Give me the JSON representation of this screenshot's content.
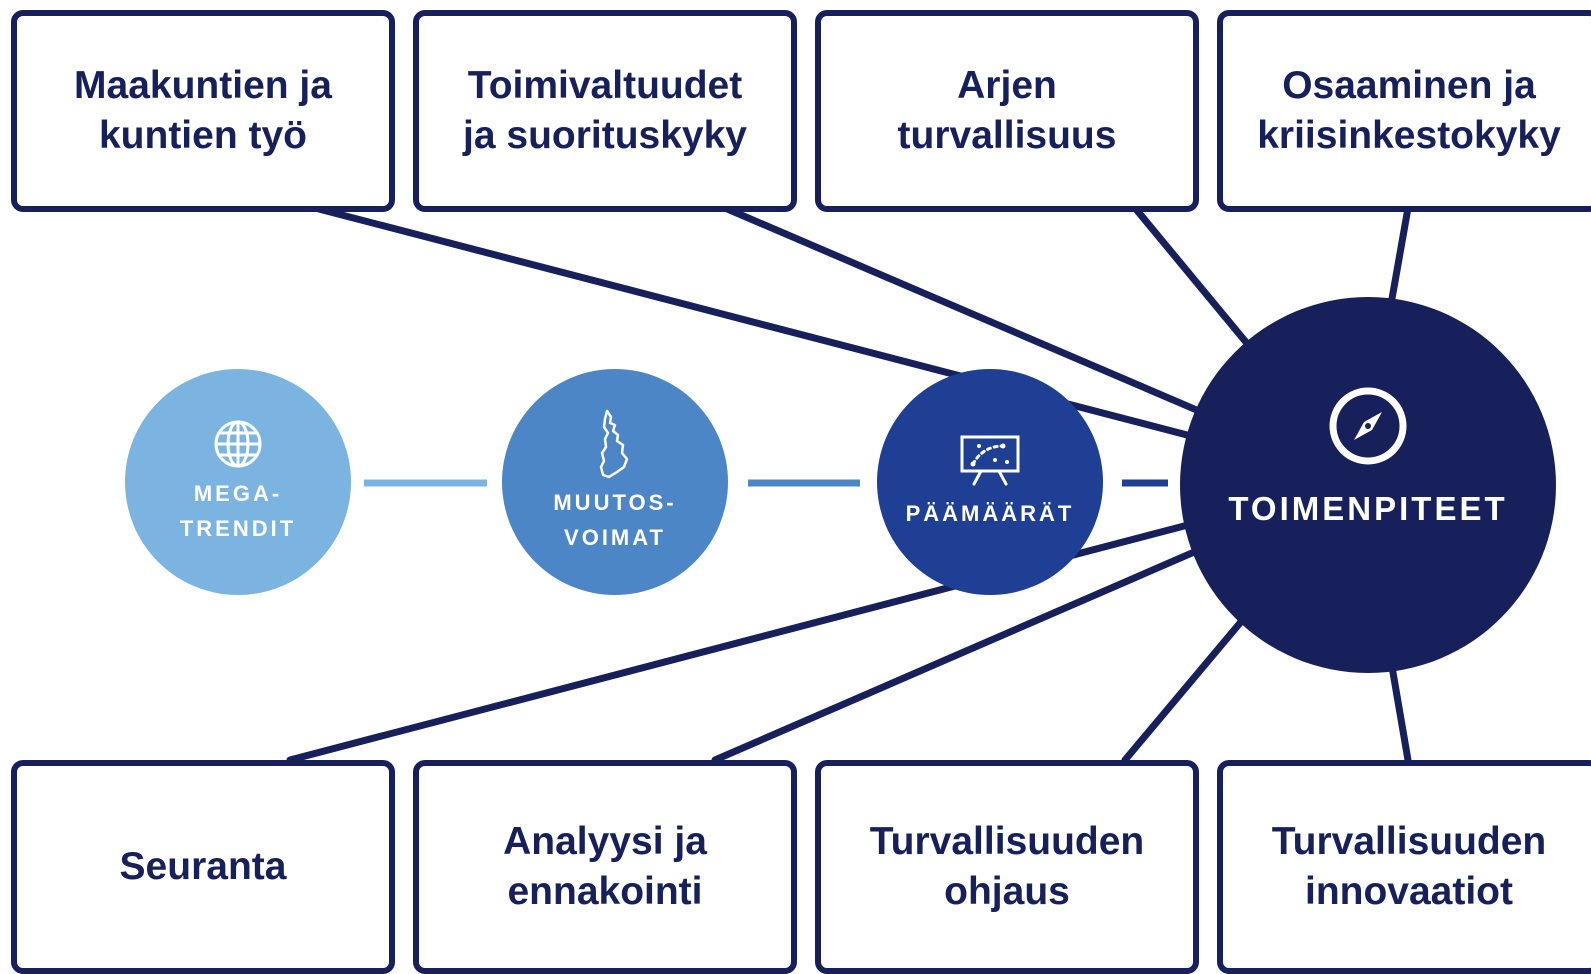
{
  "top_boxes": [
    {
      "label": "Maakuntien ja\nkuntien työ"
    },
    {
      "label": "Toimivaltuudet\nja suorituskyky"
    },
    {
      "label": "Arjen\nturvallisuus"
    },
    {
      "label": "Osaaminen ja\nkriisinkestokyky"
    }
  ],
  "bottom_boxes": [
    {
      "label": "Seuranta"
    },
    {
      "label": "Analyysi ja\nennakointi"
    },
    {
      "label": "Turvallisuuden\nohjaus"
    },
    {
      "label": "Turvallisuuden\ninnovaatiot"
    }
  ],
  "flow": [
    {
      "label": "MEGA-\nTRENDIT",
      "icon": "globe-icon",
      "color": "#7bb4e0"
    },
    {
      "label": "MUUTOS-\nVOIMAT",
      "icon": "finland-map-icon",
      "color": "#4c86c6"
    },
    {
      "label": "PÄÄMÄÄRÄT",
      "icon": "presentation-board-icon",
      "color": "#1f3f94"
    },
    {
      "label": "TOIMENPITEET",
      "icon": "compass-icon",
      "color": "#17205a"
    }
  ],
  "colors": {
    "border": "#17205a",
    "connector_light": "#7bb4e0",
    "connector_mid": "#4c86c6",
    "connector_dark": "#1f3f94"
  }
}
